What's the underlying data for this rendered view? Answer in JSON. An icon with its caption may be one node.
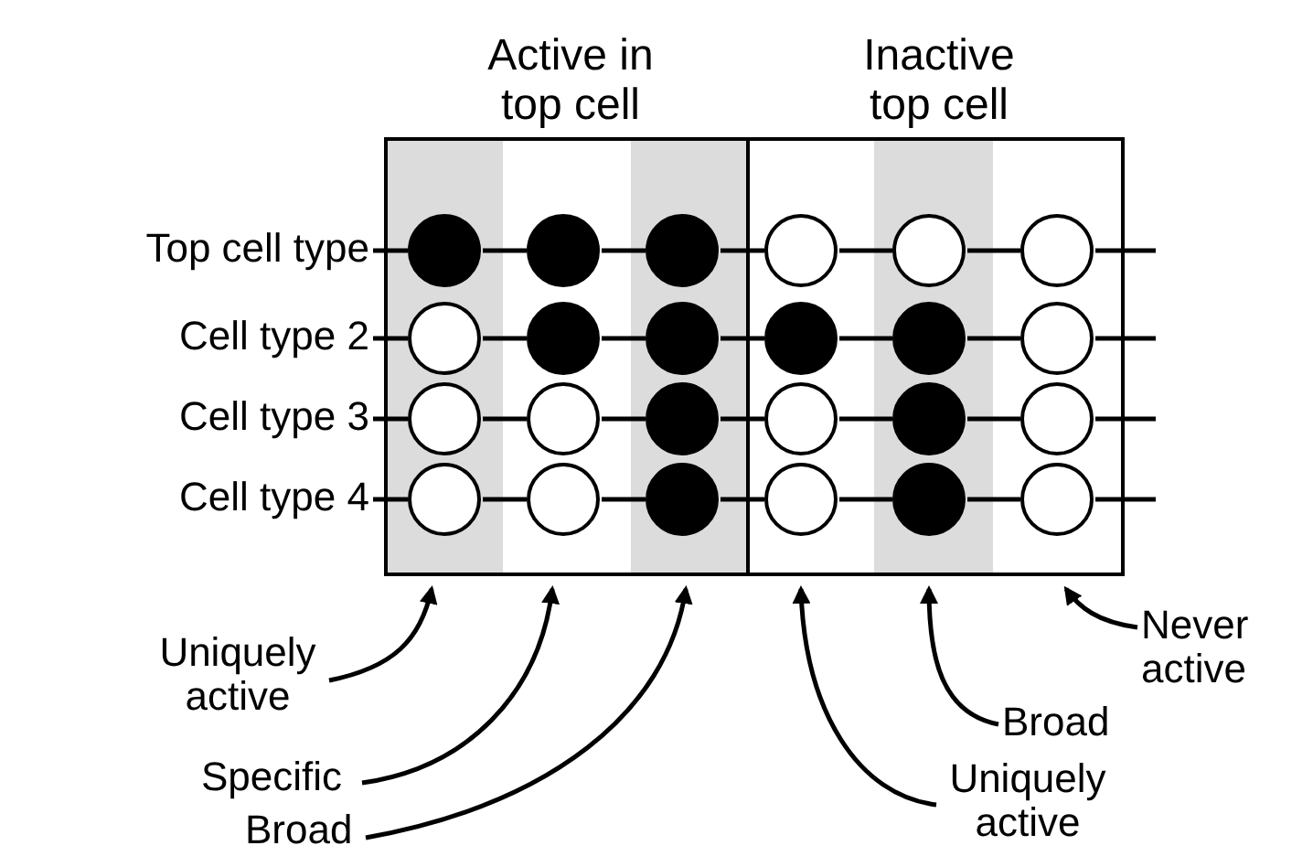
{
  "diagram": {
    "nodes": [
      {
        "text": [
          "Active in top cell"
        ]
      },
      {
        "text": [
          "Inactive top cell"
        ]
      },
      {
        "text": [
          "Top cell type"
        ]
      },
      {
        "text": [
          "Cell type 2"
        ]
      },
      {
        "text": [
          "Cell type 3"
        ]
      },
      {
        "text": [
          "Cell type 4"
        ]
      },
      {
        "text": [],
        "shape": "dot",
        "in": 0
      },
      {
        "text": [],
        "shape": "dot",
        "in": 0
      },
      {
        "text": [],
        "shape": "dot",
        "in": 0
      },
      {
        "text": [],
        "shape": "circle",
        "in": 1
      },
      {
        "text": [],
        "shape": "circle",
        "in": 1
      },
      {
        "text": [],
        "shape": "circle",
        "in": 1
      },
      {
        "text": [],
        "shape": "circle",
        "in": 0
      },
      {
        "text": [],
        "shape": "dot",
        "in": 0
      },
      {
        "text": [],
        "shape": "dot",
        "in": 0
      },
      {
        "text": [],
        "shape": "dot",
        "in": 1
      },
      {
        "text": [],
        "shape": "dot",
        "in": 1
      },
      {
        "text": [],
        "shape": "circle",
        "in": 1
      },
      {
        "text": [],
        "shape": "circle",
        "in": 0
      },
      {
        "text": [],
        "shape": "circle",
        "in": 0
      },
      {
        "text": [],
        "shape": "dot",
        "in": 0
      },
      {
        "text": [],
        "shape": "circle",
        "in": 1
      },
      {
        "text": [],
        "shape": "dot",
        "in": 1
      },
      {
        "text": [],
        "shape": "circle",
        "in": 1
      },
      {
        "text": [],
        "shape": "circle",
        "in": 0
      },
      {
        "text": [],
        "shape": "circle",
        "in": 0
      },
      {
        "text": [],
        "shape": "dot",
        "in": 0
      },
      {
        "text": [],
        "shape": "circle",
        "in": 1
      },
      {
        "text": [],
        "shape": "dot",
        "in": 1
      },
      {
        "text": [],
        "shape": "circle",
        "in": 1
      },
      {
        "text": [
          "Uniquely active"
        ]
      },
      {
        "text": [
          "Specific"
        ]
      },
      {
        "text": [
          "Broad"
        ]
      },
      {
        "text": [
          "Uniquely active"
        ]
      },
      {
        "text": [
          "Broad"
        ]
      },
      {
        "text": [
          "Never active"
        ]
      }
    ],
    "edges": [
      {
        "from": 2,
        "to": 6,
        "arrow": "none"
      },
      {
        "from": 6,
        "to": 7,
        "arrow": "none"
      },
      {
        "from": 7,
        "to": 8,
        "arrow": "none"
      },
      {
        "from": 8,
        "to": 9,
        "arrow": "none"
      },
      {
        "from": 9,
        "to": 10,
        "arrow": "none"
      },
      {
        "from": 10,
        "to": 11,
        "arrow": "none"
      },
      {
        "from": 11,
        "to": null,
        "arrow": "none"
      },
      {
        "from": 3,
        "to": 12,
        "arrow": "none"
      },
      {
        "from": 12,
        "to": 13,
        "arrow": "none"
      },
      {
        "from": 13,
        "to": 14,
        "arrow": "none"
      },
      {
        "from": 14,
        "to": 15,
        "arrow": "none"
      },
      {
        "from": 15,
        "to": 16,
        "arrow": "none"
      },
      {
        "from": 16,
        "to": 17,
        "arrow": "none"
      },
      {
        "from": 17,
        "to": null,
        "arrow": "none"
      },
      {
        "from": 4,
        "to": 18,
        "arrow": "none"
      },
      {
        "from": 18,
        "to": 19,
        "arrow": "none"
      },
      {
        "from": 19,
        "to": 20,
        "arrow": "none"
      },
      {
        "from": 20,
        "to": 21,
        "arrow": "none"
      },
      {
        "from": 21,
        "to": 22,
        "arrow": "none"
      },
      {
        "from": 22,
        "to": 23,
        "arrow": "none"
      },
      {
        "from": 23,
        "to": null,
        "arrow": "none"
      },
      {
        "from": 5,
        "to": 24,
        "arrow": "none"
      },
      {
        "from": 24,
        "to": 25,
        "arrow": "none"
      },
      {
        "from": 25,
        "to": 26,
        "arrow": "none"
      },
      {
        "from": 26,
        "to": 27,
        "arrow": "none"
      },
      {
        "from": 27,
        "to": 28,
        "arrow": "none"
      },
      {
        "from": 28,
        "to": 29,
        "arrow": "none"
      },
      {
        "from": 29,
        "to": null,
        "arrow": "none"
      },
      {
        "from": 30,
        "to": 0,
        "arrow": "to"
      },
      {
        "from": 31,
        "to": 0,
        "arrow": "to"
      },
      {
        "from": 32,
        "to": 0,
        "arrow": "to"
      },
      {
        "from": 33,
        "to": 1,
        "arrow": "to"
      },
      {
        "from": 34,
        "to": 1,
        "arrow": "to"
      },
      {
        "from": 35,
        "to": 1,
        "arrow": "to"
      }
    ]
  }
}
